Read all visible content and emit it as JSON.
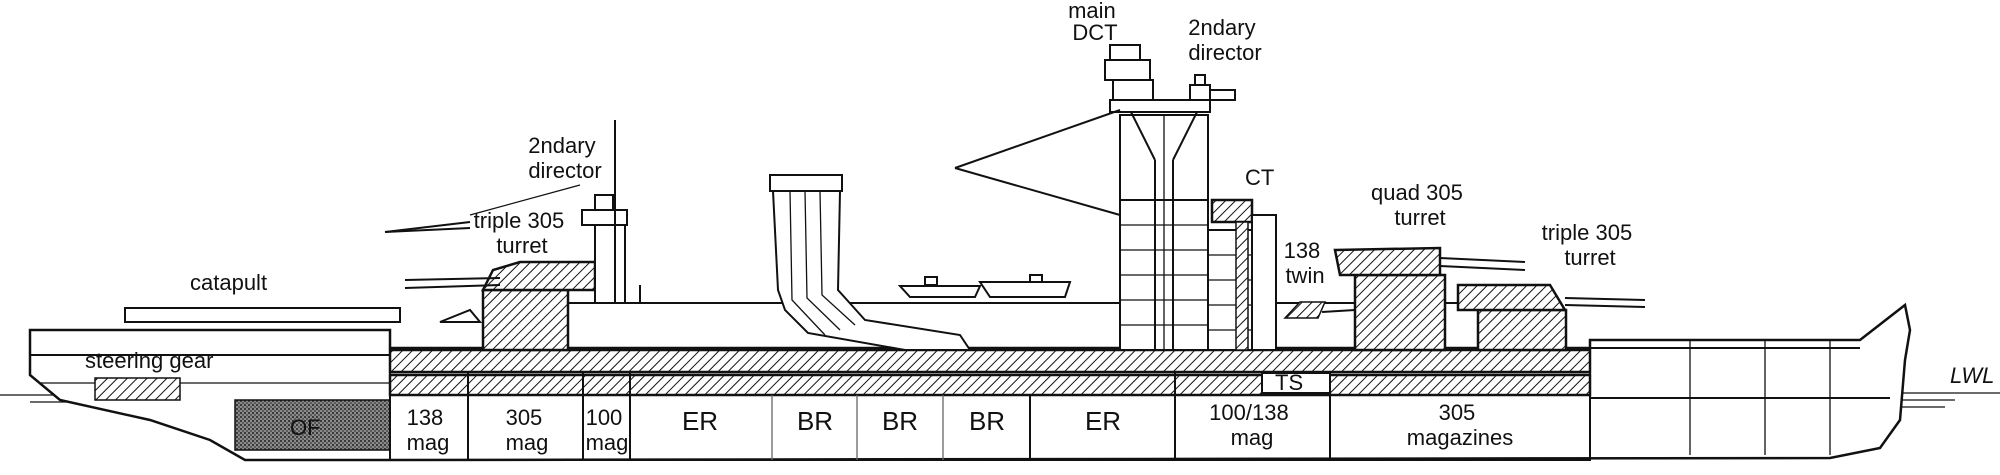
{
  "diagram": {
    "labels": {
      "main_dct": [
        "main",
        "DCT"
      ],
      "secondary_director_fwd": [
        "2ndary",
        "director"
      ],
      "secondary_director_aft": [
        "2ndary",
        "director"
      ],
      "ct": "CT",
      "quad_305_turret": [
        "quad 305",
        "turret"
      ],
      "triple_305_turret_fwd": [
        "triple 305",
        "turret"
      ],
      "triple_305_turret_aft": [
        "triple 305",
        "turret"
      ],
      "twin_138": [
        "138",
        "twin"
      ],
      "catapult": "catapult",
      "steering_gear": "steering gear",
      "ts": "TS",
      "lwl": "LWL",
      "of": "OF"
    },
    "compartments": [
      {
        "id": "138-mag",
        "lines": [
          "138",
          "mag"
        ]
      },
      {
        "id": "305-mag-aft",
        "lines": [
          "305",
          "mag"
        ]
      },
      {
        "id": "100-mag",
        "lines": [
          "100",
          "mag"
        ]
      },
      {
        "id": "er-aft",
        "lines": [
          "ER"
        ]
      },
      {
        "id": "br-1",
        "lines": [
          "BR"
        ]
      },
      {
        "id": "br-2",
        "lines": [
          "BR"
        ]
      },
      {
        "id": "br-3",
        "lines": [
          "BR"
        ]
      },
      {
        "id": "er-fwd",
        "lines": [
          "ER"
        ]
      },
      {
        "id": "100-138-mag",
        "lines": [
          "100/138",
          "mag"
        ]
      },
      {
        "id": "305-magazines",
        "lines": [
          "305",
          "magazines"
        ]
      }
    ]
  }
}
